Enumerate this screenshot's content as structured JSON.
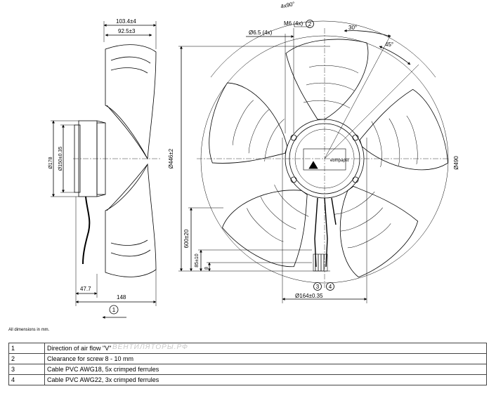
{
  "dims": {
    "d_103": "103.4±4",
    "d_92": "92.5±3",
    "d_47": "47.7",
    "d_148": "148",
    "d_178": "Ø178",
    "d_150": "Ø150±0.35",
    "d_446": "Ø446±2",
    "d_600": "600±20",
    "d_85": "85±10",
    "d_8": "8",
    "d_65": "Ø6.5 (4x)",
    "d_m6": "M6 (4x)",
    "d_30": "30°",
    "d_45": "45°",
    "d_4x90": "4x90°",
    "d_490": "Ø490",
    "d_164": "Ø164±0.35",
    "circle_1": "1",
    "circle_2": "2",
    "circle_3": "3",
    "circle_4": "4",
    "brand": "ebmpapst"
  },
  "note": "All dimensions in mm.",
  "legend": [
    {
      "num": "1",
      "text": "Direction of air flow \"V\""
    },
    {
      "num": "2",
      "text": "Clearance for screw 8 - 10 mm"
    },
    {
      "num": "3",
      "text": "Cable PVC AWG18, 5x crimped ferrules"
    },
    {
      "num": "4",
      "text": "Cable PVC AWG22, 3x crimped ferrules"
    }
  ],
  "watermark": "ВЕНТИЛЯТОРЫ.РФ"
}
